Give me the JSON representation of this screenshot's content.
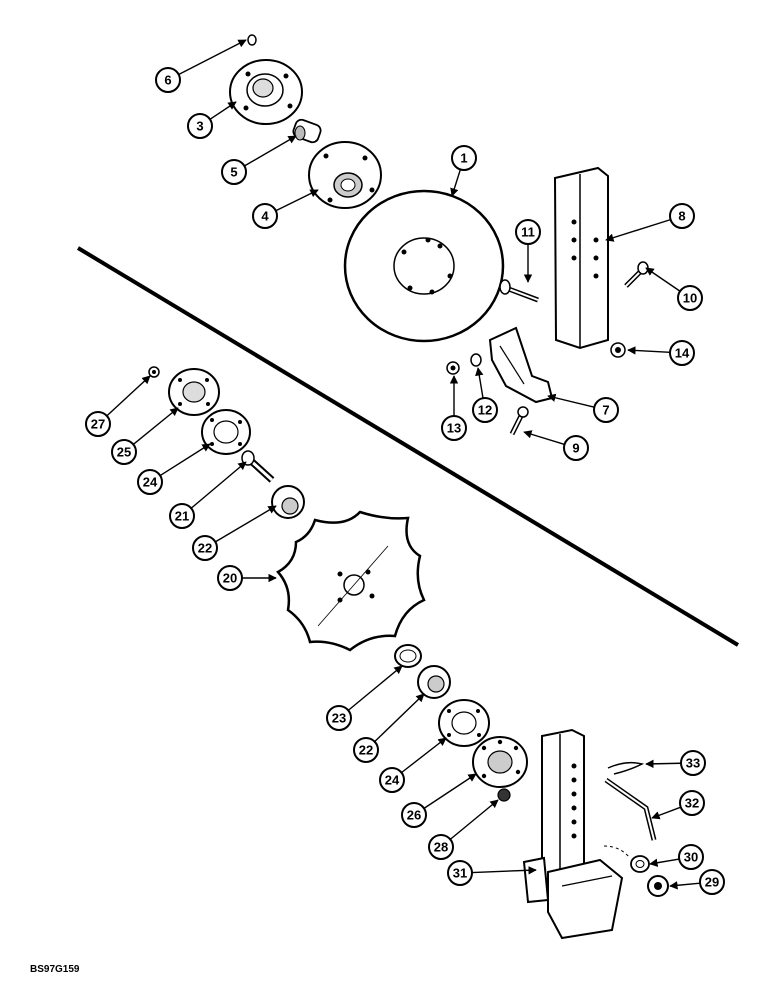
{
  "reference_code": "BS97G159",
  "callouts": [
    "1",
    "3",
    "4",
    "5",
    "6",
    "7",
    "8",
    "9",
    "10",
    "11",
    "12",
    "13",
    "14",
    "20",
    "21",
    "22",
    "23",
    "24",
    "25",
    "26",
    "27",
    "28",
    "29",
    "30",
    "31",
    "32",
    "33"
  ]
}
